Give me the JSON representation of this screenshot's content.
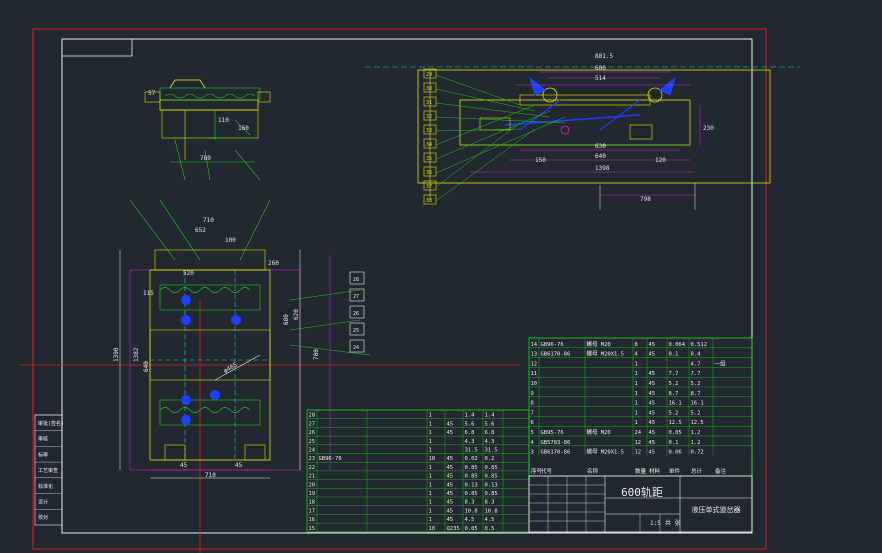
{
  "drawing": {
    "title_block": {
      "main_title": "600轨距",
      "subtitle": "液压单式道岔器",
      "scale_label": "1:5",
      "sheet_label": "共 张"
    },
    "dimensions": {
      "top_right": [
        "881.5",
        "600",
        "514",
        "630",
        "640",
        "1398",
        "798",
        "150",
        "120",
        "230"
      ],
      "top_left": [
        "780",
        "57",
        "110",
        "160"
      ],
      "plan": [
        "710",
        "652",
        "100",
        "520",
        "115",
        "260",
        "1390",
        "1382",
        "640",
        "680",
        "620",
        "780",
        "45",
        "45",
        "710",
        "φ465"
      ]
    },
    "left_strip_labels": [
      "审批(签名)",
      "审核",
      "标审",
      "工艺审查",
      "标准化",
      "设计",
      "校对"
    ],
    "bom_right_rows": [
      [
        "14",
        "GB96-76",
        "螺母 M20",
        "8",
        "45",
        "0.064",
        "0.512",
        ""
      ],
      [
        "13",
        "GB6170-86",
        "螺母 M20X1.5",
        "4",
        "45",
        "0.1",
        "0.4",
        ""
      ],
      [
        "12",
        "",
        "",
        "1",
        "",
        "",
        "4.7",
        "一组"
      ],
      [
        "11",
        "",
        "",
        "1",
        "45",
        "7.7",
        "7.7",
        ""
      ],
      [
        "10",
        "",
        "",
        "1",
        "45",
        "5.2",
        "5.2",
        ""
      ],
      [
        "9",
        "",
        "",
        "1",
        "45",
        "8.7",
        "8.7",
        ""
      ],
      [
        "8",
        "",
        "",
        "1",
        "45",
        "16.1",
        "16.1",
        ""
      ],
      [
        "7",
        "",
        "",
        "1",
        "45",
        "5.2",
        "5.2",
        ""
      ],
      [
        "6",
        "",
        "",
        "1",
        "45",
        "12.5",
        "12.5",
        ""
      ],
      [
        "5",
        "GB95-76",
        "螺母 M20",
        "24",
        "45",
        "0.05",
        "1.2",
        ""
      ],
      [
        "4",
        "GB5783-86",
        "",
        "12",
        "45",
        "0.1",
        "1.2",
        ""
      ],
      [
        "3",
        "GB6170-86",
        "螺母 M20X1.5",
        "12",
        "45",
        "0.06",
        "0.72",
        ""
      ]
    ],
    "bom_right_header": [
      "序号",
      "代号",
      "名称",
      "数量",
      "材料",
      "单件",
      "总计",
      "备注"
    ],
    "bom_left_rows": [
      [
        "28",
        "",
        "",
        "1",
        "",
        "1.4",
        "1.4",
        ""
      ],
      [
        "27",
        "",
        "",
        "1",
        "45",
        "5.6",
        "5.6",
        ""
      ],
      [
        "26",
        "",
        "",
        "1",
        "45",
        "6.8",
        "6.8",
        ""
      ],
      [
        "25",
        "",
        "",
        "1",
        "",
        "4.3",
        "4.3",
        ""
      ],
      [
        "24",
        "",
        "",
        "1",
        "",
        "31.5",
        "31.5",
        ""
      ],
      [
        "23",
        "GB96-76",
        "",
        "10",
        "45",
        "0.02",
        "0.2",
        ""
      ],
      [
        "22",
        "",
        "",
        "1",
        "45",
        "0.85",
        "0.85",
        ""
      ],
      [
        "21",
        "",
        "",
        "1",
        "45",
        "0.85",
        "0.85",
        ""
      ],
      [
        "20",
        "",
        "",
        "1",
        "45",
        "0.13",
        "0.13",
        ""
      ],
      [
        "19",
        "",
        "",
        "1",
        "45",
        "0.85",
        "0.85",
        ""
      ],
      [
        "18",
        "",
        "",
        "1",
        "45",
        "8.3",
        "8.3",
        ""
      ],
      [
        "17",
        "",
        "",
        "1",
        "45",
        "10.8",
        "10.8",
        ""
      ],
      [
        "16",
        "",
        "",
        "1",
        "45",
        "4.5",
        "4.5",
        ""
      ],
      [
        "15",
        "",
        "",
        "10",
        "Q235",
        "0.05",
        "0.5",
        ""
      ]
    ],
    "balloon_labels_right": [
      "29",
      "30",
      "31",
      "32",
      "33",
      "34",
      "35",
      "36",
      "37",
      "38"
    ],
    "balloon_labels_plan": [
      "28",
      "27",
      "26",
      "25",
      "24"
    ],
    "colors": {
      "background": "#212830",
      "border_white": "#f0f0f0",
      "frame_red": "#e02020",
      "yellow": "#e6e600",
      "green": "#20d020",
      "blue": "#2040ff",
      "cyan": "#20d0d0",
      "magenta": "#e020e0"
    }
  }
}
